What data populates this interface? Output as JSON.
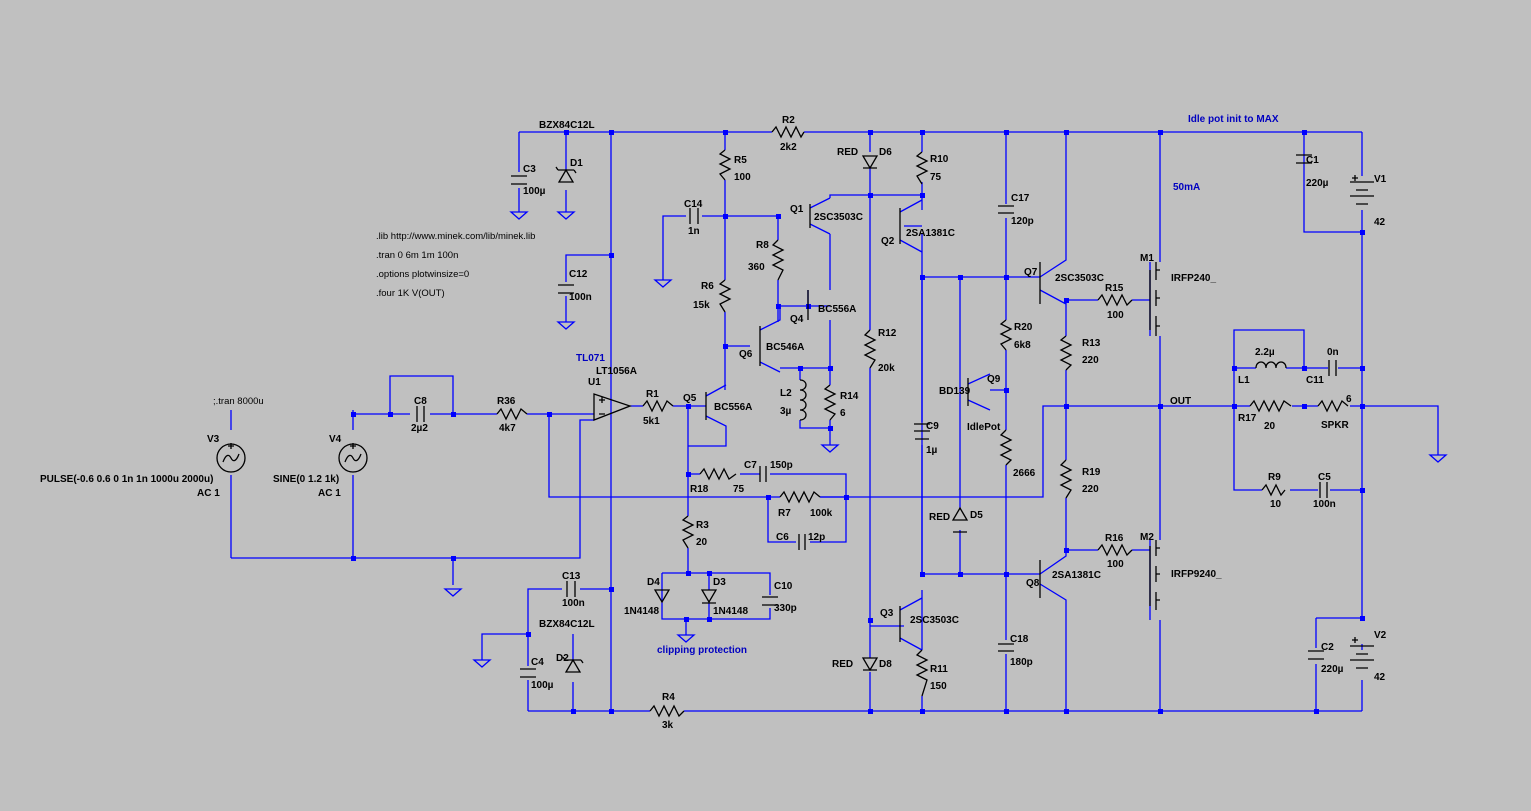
{
  "directives": [
    ".lib http://www.minek.com/lib/minek.lib",
    ".tran 0 6m 1m 100n",
    ".options plotwinsize=0",
    ".four 1K V(OUT)",
    ";.tran 8000u"
  ],
  "notes": {
    "idle_pot": "Idle pot init to MAX",
    "current": "50mA",
    "clipping": "clipping protection",
    "tl071": "TL071"
  },
  "sources": {
    "V3": {
      "ref": "V3",
      "value": "PULSE(-0.6 0.6 0 1n 1n 1000u 2000u)",
      "ac": "AC 1"
    },
    "V4": {
      "ref": "V4",
      "value": "SINE(0 1.2 1k)",
      "ac": "AC 1"
    },
    "V1": {
      "ref": "V1",
      "value": "42"
    },
    "V2": {
      "ref": "V2",
      "value": "42"
    }
  },
  "nets": {
    "out": "OUT"
  },
  "components": {
    "BZX1": "BZX84C12L",
    "BZX2": "BZX84C12L",
    "C3": "C3",
    "C3v": "100µ",
    "D1": "D1",
    "C4": "C4",
    "C4v": "100µ",
    "D2": "D2",
    "C12": "C12",
    "C12v": "100n",
    "C13": "C13",
    "C13v": "100n",
    "R2": "R2",
    "R2v": "2k2",
    "R4": "R4",
    "R4v": "3k",
    "R5": "R5",
    "R5v": "100",
    "R6": "R6",
    "R6v": "15k",
    "R8": "R8",
    "R8v": "360",
    "C14": "C14",
    "C14v": "1n",
    "Q1": "Q1",
    "Q1v": "2SC3503C",
    "Q4": "Q4",
    "Q4v": "BC556A",
    "Q6": "Q6",
    "Q6v": "BC546A",
    "Q5": "Q5",
    "Q5v": "BC556A",
    "L2": "L2",
    "L2v": "3µ",
    "R14": "R14",
    "R14v": "6",
    "U1": "U1",
    "U1v": "LT1056A",
    "R1": "R1",
    "R1v": "5k1",
    "R36": "R36",
    "R36v": "4k7",
    "C8": "C8",
    "C8v": "2µ2",
    "R18": "R18",
    "R18v": "75",
    "C7": "C7",
    "C7v": "150p",
    "R7": "R7",
    "R7v": "100k",
    "C6": "C6",
    "C6v": "12p",
    "R3": "R3",
    "R3v": "20",
    "D4": "D4",
    "D4v": "1N4148",
    "D3": "D3",
    "D3v": "1N4148",
    "C10": "C10",
    "C10v": "330p",
    "D6": "D6",
    "D6v": "RED",
    "D8": "D8",
    "D8v": "RED",
    "R10": "R10",
    "R10v": "75",
    "Q2": "Q2",
    "Q2v": "2SA1381C",
    "R12": "R12",
    "R12v": "20k",
    "C9": "C9",
    "C9v": "1µ",
    "Q3": "Q3",
    "Q3v": "2SC3503C",
    "R11": "R11",
    "R11v": "150",
    "C17": "C17",
    "C17v": "120p",
    "R20": "R20",
    "R20v": "6k8",
    "Q9": "Q9",
    "Q9v": "BD139",
    "IdlePot": "IdlePot",
    "R2666": "2666",
    "D5": "D5",
    "D5v": "RED",
    "C18": "C18",
    "C18v": "180p",
    "Q7": "Q7",
    "Q7v": "2SC3503C",
    "R15": "R15",
    "R15v": "100",
    "R13": "R13",
    "R13v": "220",
    "R19": "R19",
    "R19v": "220",
    "Q8": "Q8",
    "Q8v": "2SA1381C",
    "R16": "R16",
    "R16v": "100",
    "M1": "M1",
    "M1v": "IRFP240_",
    "M2": "M2",
    "M2v": "IRFP9240_",
    "C1": "C1",
    "C1v": "220µ",
    "C2": "C2",
    "C2v": "220µ",
    "L1": "L1",
    "L1v": "2.2µ",
    "C11": "C11",
    "C11v": "0n",
    "R17": "R17",
    "R17v": "20",
    "SPKR": "SPKR",
    "SPKRv": "6",
    "R9": "R9",
    "R9v": "10",
    "C5": "C5",
    "C5v": "100n"
  }
}
